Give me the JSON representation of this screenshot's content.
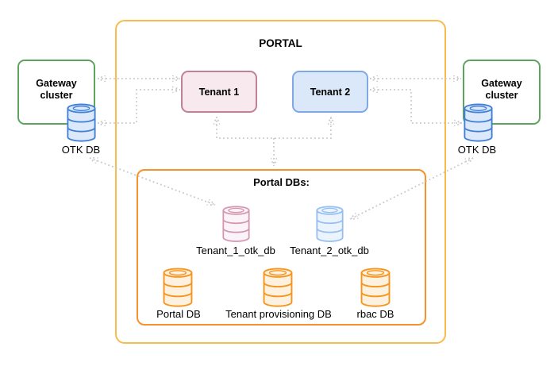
{
  "diagram": {
    "outer": {
      "title": "PORTAL"
    },
    "inner": {
      "title": "Portal DBs:"
    },
    "gateway_left": {
      "label": "Gateway cluster",
      "db_label": "OTK DB"
    },
    "gateway_right": {
      "label": "Gateway cluster",
      "db_label": "OTK DB"
    },
    "tenants": [
      {
        "label": "Tenant 1"
      },
      {
        "label": "Tenant 2"
      }
    ],
    "portal_dbs": [
      {
        "label": "Tenant_1_otk_db"
      },
      {
        "label": "Tenant_2_otk_db"
      },
      {
        "label": "Portal DB"
      },
      {
        "label": "Tenant provisioning DB"
      },
      {
        "label": "rbac DB"
      }
    ],
    "colors": {
      "outer_border": "#F8BB4C",
      "inner_border": "#F7912B",
      "gateway_border": "#5DA55E",
      "tenant1_fill": "#F7E9EE",
      "tenant1_border": "#C08095",
      "tenant2_fill": "#DBE8F9",
      "tenant2_border": "#7FA8E5",
      "otk_db": "#3F7FD6",
      "tenant1_otk_db": "#D495AE",
      "tenant2_otk_db": "#95BEEF",
      "orange_db": "#F7941E",
      "connector": "#C9C9C9",
      "arrowhead": "#B5B5B5"
    }
  }
}
